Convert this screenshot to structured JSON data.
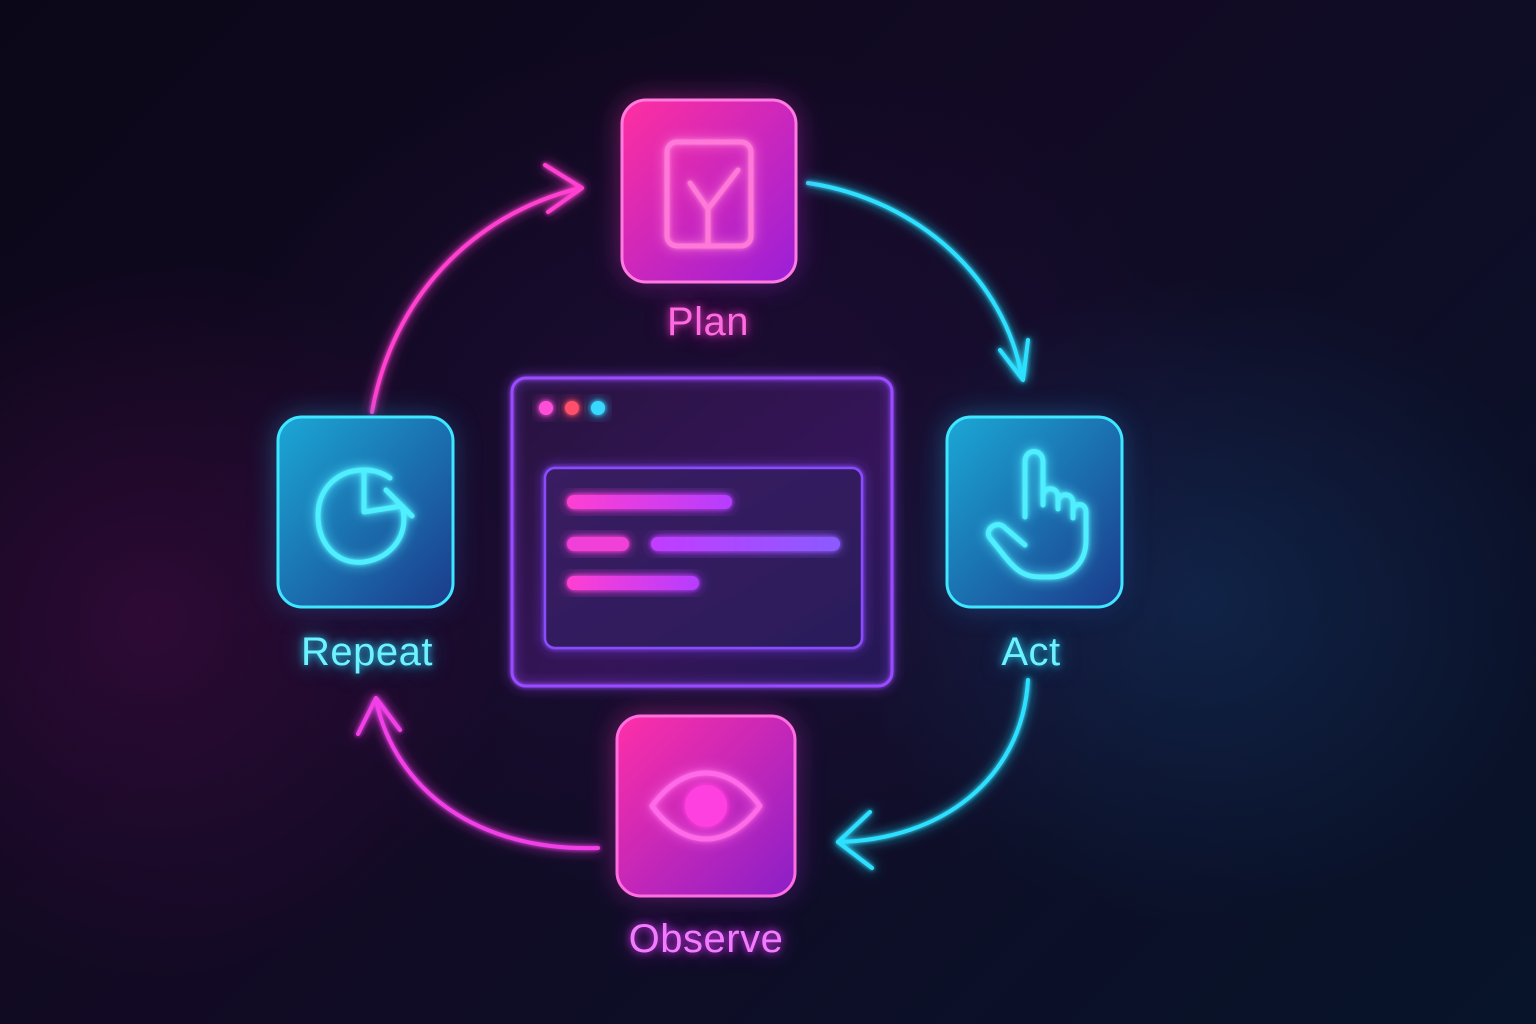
{
  "diagram": {
    "nodes": [
      {
        "id": "plan",
        "label": "Plan",
        "icon": "checkbox-icon",
        "color": "#ff2fb8"
      },
      {
        "id": "act",
        "label": "Act",
        "icon": "pointer-hand-icon",
        "color": "#2fd8ff"
      },
      {
        "id": "observe",
        "label": "Observe",
        "icon": "eye-icon",
        "color": "#e52fe0"
      },
      {
        "id": "repeat",
        "label": "Repeat",
        "icon": "refresh-icon",
        "color": "#2fd8ff"
      }
    ],
    "flow": [
      "plan",
      "act",
      "observe",
      "repeat",
      "plan"
    ],
    "center": {
      "icon": "browser-window-icon",
      "window_dots": [
        "#ff4fd8",
        "#ff4f6a",
        "#38d8ff"
      ]
    }
  },
  "colors": {
    "magenta": "#ff2fb8",
    "cyan": "#2fd8ff",
    "purple": "#8a3bff",
    "background": "#0a0716"
  }
}
